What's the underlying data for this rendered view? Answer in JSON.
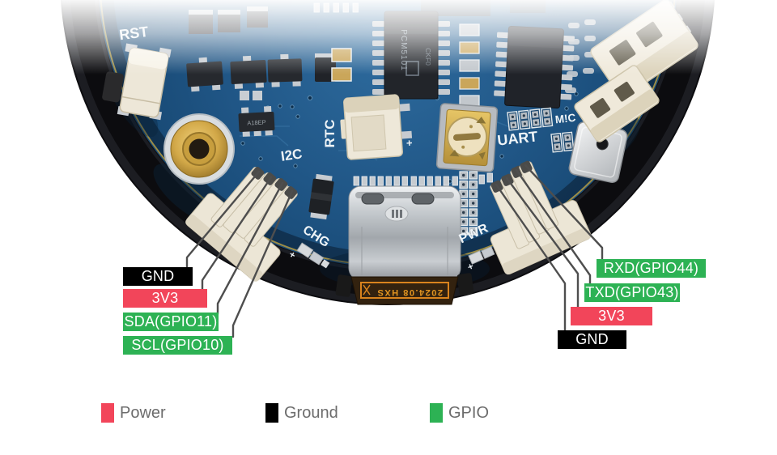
{
  "pin_labels": {
    "left": [
      {
        "text": "GND",
        "type": "ground"
      },
      {
        "text": "3V3",
        "type": "power"
      },
      {
        "text": "SDA(GPIO11)",
        "type": "gpio"
      },
      {
        "text": "SCL(GPIO10)",
        "type": "gpio"
      }
    ],
    "right": [
      {
        "text": "RXD(GPIO44)",
        "type": "gpio"
      },
      {
        "text": "TXD(GPIO43)",
        "type": "gpio"
      },
      {
        "text": "3V3",
        "type": "power"
      },
      {
        "text": "GND",
        "type": "ground"
      }
    ]
  },
  "legend": {
    "items": [
      {
        "label": "Power",
        "type": "power",
        "color": "#F2455A"
      },
      {
        "label": "Ground",
        "type": "ground",
        "color": "#000000"
      },
      {
        "label": "GPIO",
        "type": "gpio",
        "color": "#2DB254"
      }
    ]
  },
  "board": {
    "silkscreen": {
      "rst": "RST",
      "i2c": "I2C",
      "rtc": "RTC",
      "chg": "CHG",
      "pwr": "PWR",
      "uart": "UART",
      "mic": "M!C",
      "chg_polarity": "+",
      "pwr_polarity": "+",
      "rtc_polarity": "+"
    },
    "chip_markings": {
      "audio_codec_line1": "PCM5101",
      "audio_codec_line2": "CKF0",
      "transistor": "A18EP"
    },
    "flex_cable_text": "2024.08 HXS"
  },
  "colors": {
    "power": "#F2455A",
    "ground": "#000000",
    "gpio": "#2DB254",
    "legend_text": "#6C6C6C",
    "pcb_blue": "#1E5585",
    "leader_line": "#4E4E4E"
  }
}
